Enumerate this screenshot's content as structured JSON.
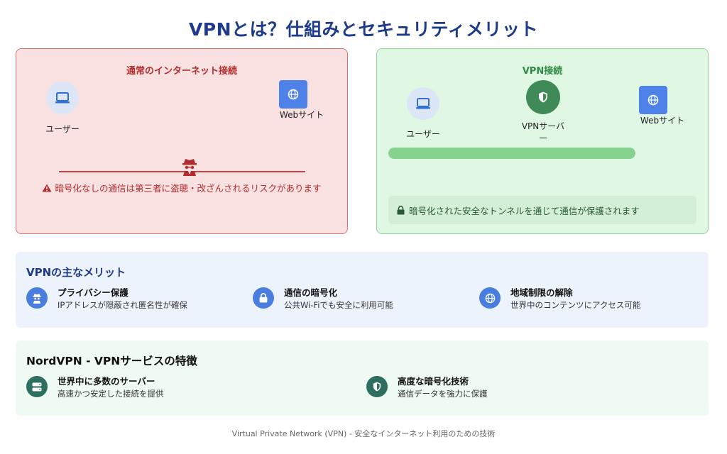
{
  "title": "VPNとは？仕組みとセキュリティメリット",
  "normal_panel": {
    "title": "通常のインターネット接続",
    "user_label": "ユーザー",
    "website_label": "Webサイト",
    "warning": "暗号化なしの通信は第三者に盗聴・改ざんされるリスクがあります",
    "colors": {
      "background": "#f9e1e1",
      "border": "#d87070",
      "accent": "#b42b2b"
    }
  },
  "vpn_panel": {
    "title": "VPN接続",
    "user_label": "ユーザー",
    "server_label": "VPNサーバー",
    "website_label": "Webサイト",
    "secure_note": "暗号化された安全なトンネルを通じて通信が保護されます",
    "colors": {
      "background": "#dff7e3",
      "border": "#8fd49b",
      "accent": "#2f8a44"
    }
  },
  "merits": {
    "title": "VPNの主なメリット",
    "items": [
      {
        "icon": "user-secret-icon",
        "title": "プライバシー保護",
        "desc": "IPアドレスが隠蔽され匿名性が確保"
      },
      {
        "icon": "lock-icon",
        "title": "通信の暗号化",
        "desc": "公共Wi-Fiでも安全に利用可能"
      },
      {
        "icon": "globe-icon",
        "title": "地域制限の解除",
        "desc": "世界中のコンテンツにアクセス可能"
      }
    ]
  },
  "nord": {
    "title": "NordVPN - VPNサービスの特徴",
    "items": [
      {
        "icon": "server-icon",
        "title": "世界中に多数のサーバー",
        "desc": "高速かつ安定した接続を提供"
      },
      {
        "icon": "shield-icon",
        "title": "高度な暗号化技術",
        "desc": "通信データを強力に保護"
      }
    ]
  },
  "footer": "Virtual Private Network (VPN) - 安全なインターネット利用のための技術"
}
